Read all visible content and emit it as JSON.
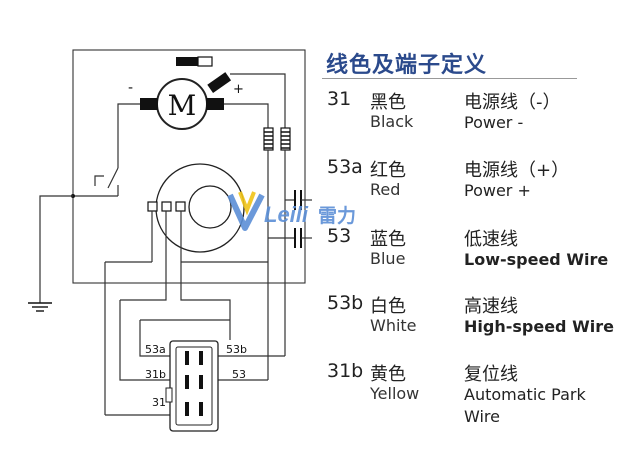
{
  "legend": {
    "title": "线色及端子定义",
    "rows": [
      {
        "code": "31",
        "color_cn": "黑色",
        "color_en": "Black",
        "func_cn": "电源线（-）",
        "func_en": "Power -"
      },
      {
        "code": "53a",
        "color_cn": "红色",
        "color_en": "Red",
        "func_cn": "电源线（+）",
        "func_en": "Power +"
      },
      {
        "code": "53",
        "color_cn": "蓝色",
        "color_en": "Blue",
        "func_cn": "低速线",
        "func_en": "Low-speed Wire"
      },
      {
        "code": "53b",
        "color_cn": "白色",
        "color_en": "White",
        "func_cn": "高速线",
        "func_en": "High-speed Wire"
      },
      {
        "code": "31b",
        "color_cn": "黄色",
        "color_en": "Yellow",
        "func_cn": "复位线",
        "func_en": "Automatic Park Wire"
      }
    ]
  },
  "diagram": {
    "motor_label": "M",
    "minus_label": "-",
    "plus_label": "+",
    "connector": {
      "label_53a": "53a",
      "label_53b": "53b",
      "label_31b": "31b",
      "label_53": "53",
      "label_31": "31"
    }
  },
  "watermark": {
    "brand": "Leili",
    "brand_cn": "雷力",
    "color": "#5b8fd6",
    "accent": "#f0c419"
  }
}
